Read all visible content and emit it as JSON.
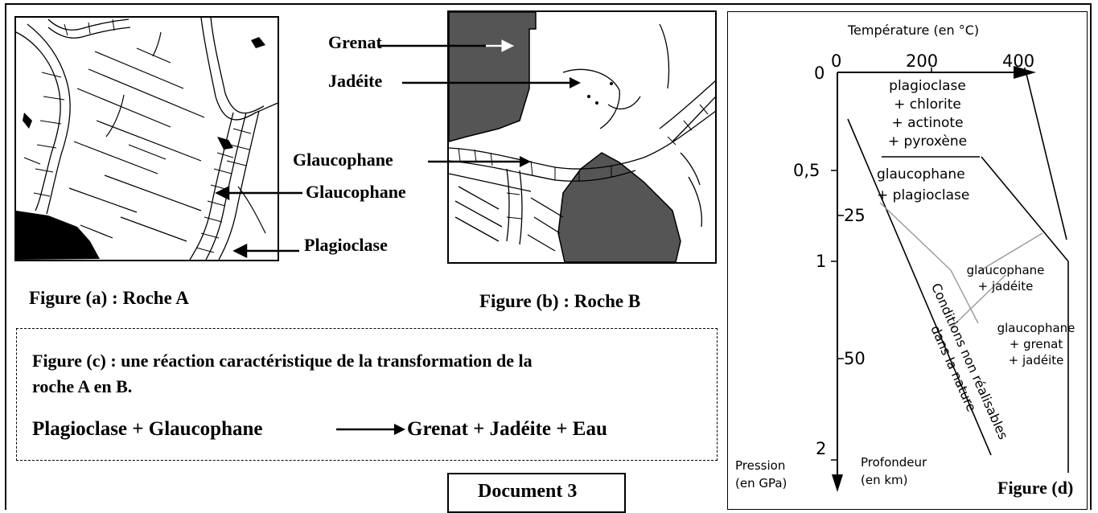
{
  "figure_a": {
    "caption": "Figure (a) : Roche A",
    "labels": {
      "glaucophane": "Glaucophane",
      "plagioclase": "Plagioclase"
    }
  },
  "figure_b": {
    "caption": "Figure (b) : Roche B",
    "labels": {
      "grenat": "Grenat",
      "jadeite": "Jadéite",
      "glaucophane": "Glaucophane"
    }
  },
  "figure_c": {
    "title_line1": "Figure (c) : une réaction caractéristique de la transformation de la",
    "title_line2": "roche A en B.",
    "reactants": "Plagioclase + Glaucophane",
    "products": "Grenat + Jadéite + Eau"
  },
  "document_label": "Document 3",
  "figure_d": {
    "caption": "Figure (d)",
    "x_axis_title": "Température (en °C)",
    "x_ticks": [
      "0",
      "200",
      "400"
    ],
    "pressure_title_line1": "Pression",
    "pressure_title_line2": "(en GPa)",
    "pressure_ticks": [
      "0",
      "0,5",
      "1",
      "2"
    ],
    "depth_title_line1": "Profondeur",
    "depth_title_line2": "(en km)",
    "depth_ticks": [
      "25",
      "50"
    ],
    "zone_1": [
      "plagioclase",
      "+ chlorite",
      "+ actinote",
      "+ pyroxène"
    ],
    "zone_2": [
      "glaucophane",
      "+ plagioclase"
    ],
    "zone_3": [
      "glaucophane",
      "+ jadéite"
    ],
    "zone_4": [
      "glaucophane",
      "+ grenat",
      "+ jadéite"
    ],
    "forbidden_zone": [
      "Conditions non réalisables",
      "dans la nature"
    ]
  },
  "colors": {
    "mineral_dark": "#555555",
    "ink": "#000000",
    "boundary_gray": "#9a9a9a"
  }
}
